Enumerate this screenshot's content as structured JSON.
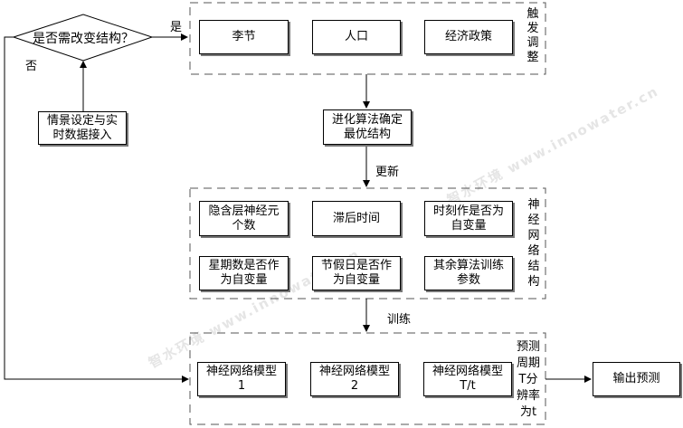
{
  "decision": {
    "text": "是否需改变结构？",
    "yes": "是",
    "no": "否"
  },
  "input_box": {
    "line1": "情景设定与实",
    "line2": "时数据接入"
  },
  "trigger_group": {
    "label": "触发调整",
    "items": [
      "李节",
      "人口",
      "经济政策"
    ]
  },
  "evolution_box": {
    "line1": "进化算法确定",
    "line2": "最优结构"
  },
  "update_label": "更新",
  "nn_group": {
    "label": "神经网络结构",
    "items": [
      {
        "line1": "隐含层神经元",
        "line2": "个数"
      },
      {
        "line1": "滞后时间",
        "line2": ""
      },
      {
        "line1": "时刻作是否为",
        "line2": "自变量"
      },
      {
        "line1": "星期数是否作",
        "line2": "为自变量"
      },
      {
        "line1": "节假日是否作",
        "line2": "为自变量"
      },
      {
        "line1": "其余算法训练",
        "line2": "参数"
      }
    ]
  },
  "train_label": "训练",
  "model_group": {
    "label": "预测周期T分辨率为t",
    "label_lines": [
      "预测",
      "周期",
      "T分",
      "辨率",
      "为t"
    ],
    "items": [
      {
        "line1": "神经网络模型",
        "line2": "1"
      },
      {
        "line1": "神经网络模型",
        "line2": "2"
      },
      {
        "line1": "神经网络模型",
        "line2": "T/t"
      }
    ]
  },
  "output_box": "输出预测",
  "watermark": {
    "cn": "智水环境",
    "url": "www.innowater.cn"
  }
}
